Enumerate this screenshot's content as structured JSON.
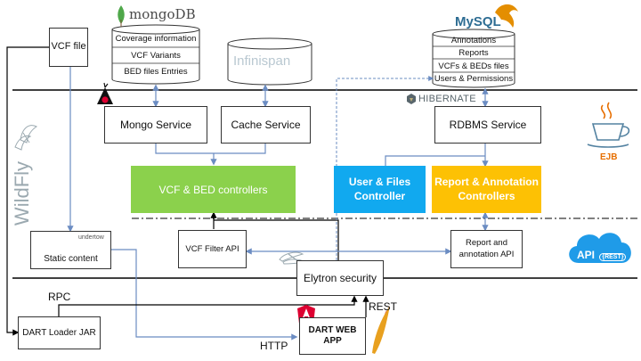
{
  "vcf_file": "VCF file",
  "mongodb": {
    "logo": "mongoDB",
    "rows": [
      "Coverage information",
      "VCF Variants",
      "BED files Entries"
    ]
  },
  "infinispan": {
    "logo": "Infinispan"
  },
  "mysql": {
    "logo": "MySQL",
    "rows": [
      "Annotations",
      "Reports",
      "VCFs & BEDs files",
      "Users & Permissions"
    ]
  },
  "hibernate": {
    "logo": "HIBERNATE"
  },
  "services": {
    "mongo": "Mongo Service",
    "cache": "Cache Service",
    "rdbms": "RDBMS Service"
  },
  "controllers": {
    "vcf_bed": "VCF & BED controllers",
    "user_files": "User & Files Controller",
    "report_annotation": "Report & Annotation Controllers"
  },
  "ejb": {
    "label": "EJB"
  },
  "wildfly": {
    "logo": "WildFly"
  },
  "undertow": {
    "logo": "undertow",
    "label": "Static content"
  },
  "api": {
    "vcf_filter": "VCF Filter API",
    "report_annotation": "Report and annotation API",
    "cloud_label": "API",
    "cloud_badge": "{REST}"
  },
  "elytron": "Elytron security",
  "protocols": {
    "rpc": "RPC",
    "rest": "REST",
    "http": "HTTP"
  },
  "loader": "DART Loader JAR",
  "webapp": "DART WEB APP",
  "colors": {
    "vcf_controller": "#8BD14C",
    "user_controller": "#11A9EF",
    "report_controller": "#FDC104",
    "connector": "#6B8CC2",
    "mongo_green": "#4FA84A",
    "mysql_blue": "#2E6D93",
    "mysql_orange": "#E48E00",
    "angular_red": "#DD0031",
    "java_orange": "#E76F00",
    "cloud_blue": "#1F9BE8"
  }
}
